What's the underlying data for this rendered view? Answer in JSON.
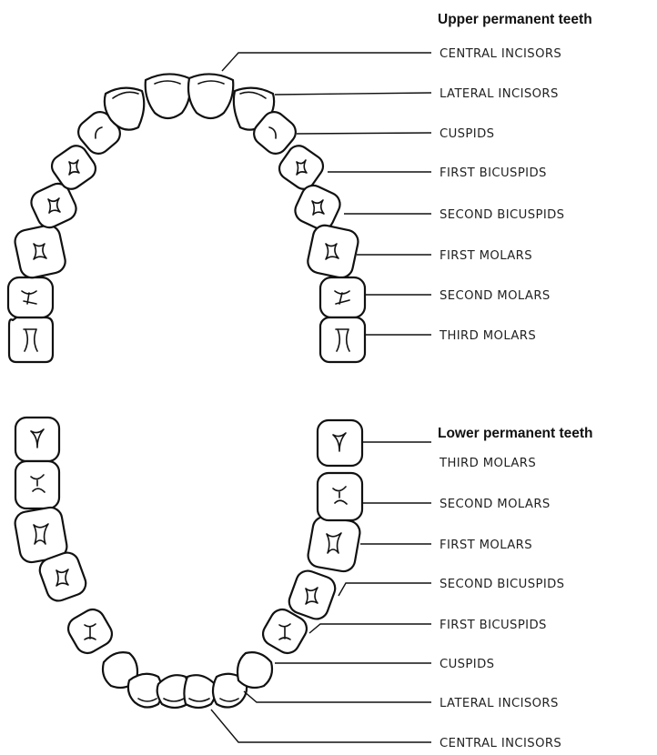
{
  "upper": {
    "heading": "Upper permanent teeth",
    "labels": [
      "CENTRAL INCISORS",
      "LATERAL INCISORS",
      "CUSPIDS",
      "FIRST BICUSPIDS",
      "SECOND BICUSPIDS",
      "FIRST MOLARS",
      "SECOND MOLARS",
      "THIRD MOLARS"
    ]
  },
  "lower": {
    "heading": "Lower permanent teeth",
    "labels": [
      "THIRD MOLARS",
      "SECOND MOLARS",
      "FIRST MOLARS",
      "SECOND BICUSPIDS",
      "FIRST BICUSPIDS",
      "CUSPIDS",
      "LATERAL INCISORS",
      "CENTRAL INCISORS"
    ]
  },
  "colors": {
    "ink": "#111111",
    "background": "#ffffff"
  }
}
